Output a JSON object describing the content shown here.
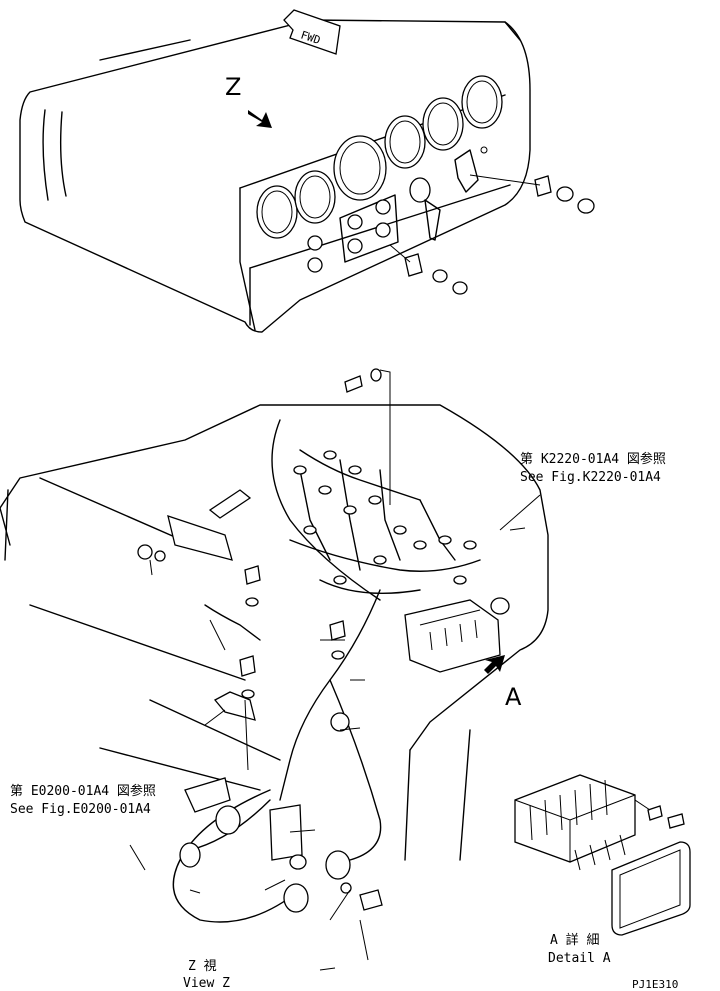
{
  "fwd_label": "FWD",
  "view_letter_z": "Z",
  "detail_letter_a": "A",
  "ref_top": {
    "jp": "第 K2220-01A4 図参照",
    "en": "See Fig.K2220-01A4"
  },
  "ref_left": {
    "jp": "第 E0200-01A4 図参照",
    "en": "See Fig.E0200-01A4"
  },
  "detail_caption": {
    "jp": "A 詳 細",
    "en": "Detail A"
  },
  "view_caption": {
    "jp": "Z  視",
    "en": "View Z"
  },
  "drawing_code": "PJ1E310"
}
